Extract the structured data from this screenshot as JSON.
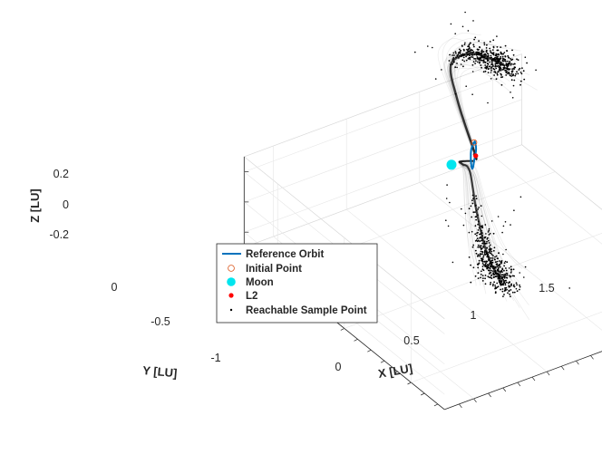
{
  "chart_data": {
    "type": "scatter",
    "title": "",
    "xlabel": "X [LU]",
    "ylabel": "Y [LU]",
    "zlabel": "Z [LU]",
    "xticks": [
      "0",
      "0.5",
      "1",
      "1.5"
    ],
    "yticks": [
      "0",
      "-0.5",
      "-1"
    ],
    "zticks": [
      "0.2",
      "0",
      "-0.2"
    ],
    "xlim": [
      -0.2,
      1.7
    ],
    "ylim": [
      -1.25,
      0.25
    ],
    "zlim": [
      -0.3,
      0.3
    ],
    "grid": true,
    "legend_position": "center",
    "legend": [
      {
        "key": "reference",
        "label": "Reference Orbit",
        "color": "#0072bd"
      },
      {
        "key": "initial",
        "label": "Initial Point",
        "color": "#d95319"
      },
      {
        "key": "moon",
        "label": "Moon",
        "color": "#00e5ee"
      },
      {
        "key": "l2",
        "label": "L2",
        "color": "#ff0000"
      },
      {
        "key": "sample",
        "label": "Reachable Sample Point",
        "color": "#000000"
      }
    ],
    "series": [
      {
        "name": "Reference Orbit",
        "kind": "closed-orbit",
        "color": "#0072bd",
        "points": [
          [
            1.11,
            -0.04,
            0.02
          ],
          [
            1.14,
            -0.02,
            0.06
          ],
          [
            1.17,
            0.02,
            0.07
          ],
          [
            1.19,
            0.05,
            0.04
          ],
          [
            1.18,
            0.06,
            -0.01
          ],
          [
            1.15,
            0.03,
            -0.05
          ],
          [
            1.12,
            -0.01,
            -0.06
          ],
          [
            1.1,
            -0.04,
            -0.03
          ]
        ]
      },
      {
        "name": "Initial Point",
        "kind": "marker",
        "color": "#d95319",
        "points": [
          [
            1.19,
            0.05,
            0.04
          ]
        ]
      },
      {
        "name": "Moon",
        "kind": "marker",
        "color": "#00e5ee",
        "points": [
          [
            0.99,
            0.0,
            0.0
          ]
        ]
      },
      {
        "name": "L2",
        "kind": "marker",
        "color": "#ff0000",
        "points": [
          [
            1.156,
            0.0,
            0.0
          ]
        ]
      },
      {
        "name": "Reachable Sample Point",
        "kind": "cloud",
        "color": "#000000",
        "branches": [
          {
            "points": [
              [
                1.12,
                -0.03,
                0.0
              ],
              [
                1.05,
                0.0,
                0.0
              ],
              [
                1.0,
                -0.07,
                0.05
              ],
              [
                0.95,
                -0.18,
                0.1
              ],
              [
                0.75,
                -0.45,
                0.1
              ],
              [
                0.55,
                -0.75,
                0.1
              ],
              [
                0.37,
                -1.05,
                0.2
              ]
            ]
          },
          {
            "points": [
              [
                1.16,
                0.02,
                0.0
              ],
              [
                1.2,
                0.05,
                -0.05
              ],
              [
                1.26,
                0.25,
                0.15
              ],
              [
                1.4,
                0.45,
                0.2
              ],
              [
                1.7,
                0.6,
                0.05
              ],
              [
                1.86,
                0.55,
                -0.05
              ]
            ]
          }
        ]
      }
    ]
  }
}
